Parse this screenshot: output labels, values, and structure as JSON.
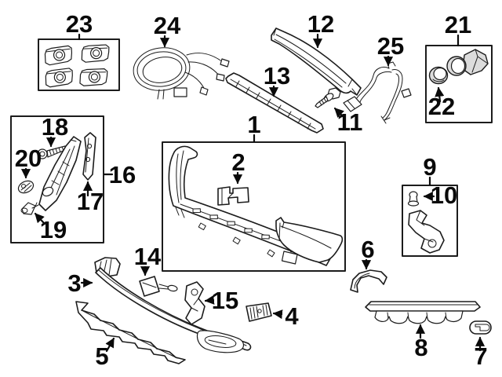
{
  "figure": {
    "kind": "exploded-parts-diagram",
    "subject": "Rear bumper and components",
    "background_color": "#ffffff",
    "line_color": "#1c1c1c",
    "shade_color": "#dcdcdc",
    "label_color": "#0a0a0a"
  },
  "callouts": {
    "c1": "1",
    "c2": "2",
    "c3": "3",
    "c4": "4",
    "c5": "5",
    "c6": "6",
    "c7": "7",
    "c8": "8",
    "c9": "9",
    "c10": "10",
    "c11": "11",
    "c12": "12",
    "c13": "13",
    "c14": "14",
    "c15": "15",
    "c16": "16",
    "c17": "17",
    "c18": "18",
    "c19": "19",
    "c20": "20",
    "c21": "21",
    "c22": "22",
    "c23": "23",
    "c24": "24",
    "c25": "25"
  }
}
